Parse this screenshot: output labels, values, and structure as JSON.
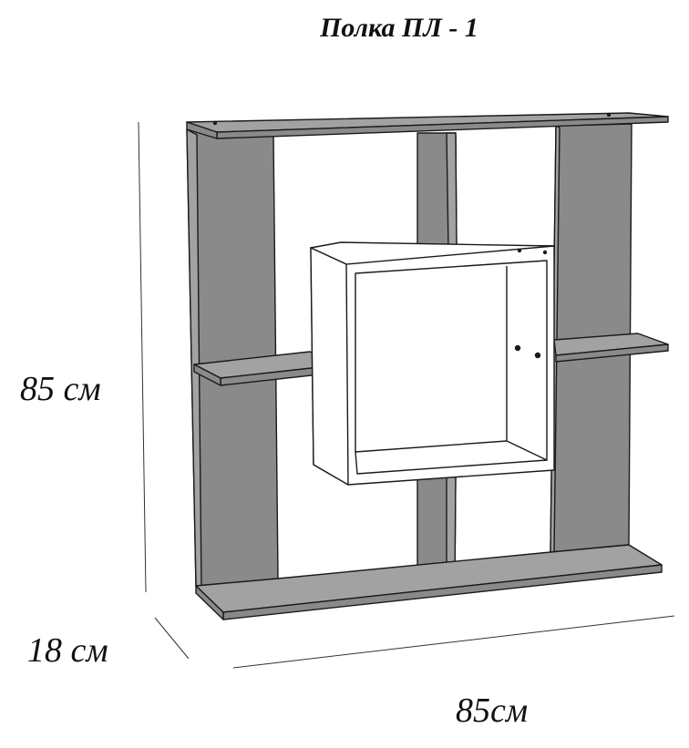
{
  "title": "Полка ПЛ - 1",
  "dimensions": {
    "height": "85 см",
    "depth": "18 см",
    "width": "85см"
  },
  "colors": {
    "panel": "#8a8a8a",
    "panel_top": "#a2a2a2",
    "inner_box": "#ffffff",
    "stroke": "#1a1a1a"
  }
}
